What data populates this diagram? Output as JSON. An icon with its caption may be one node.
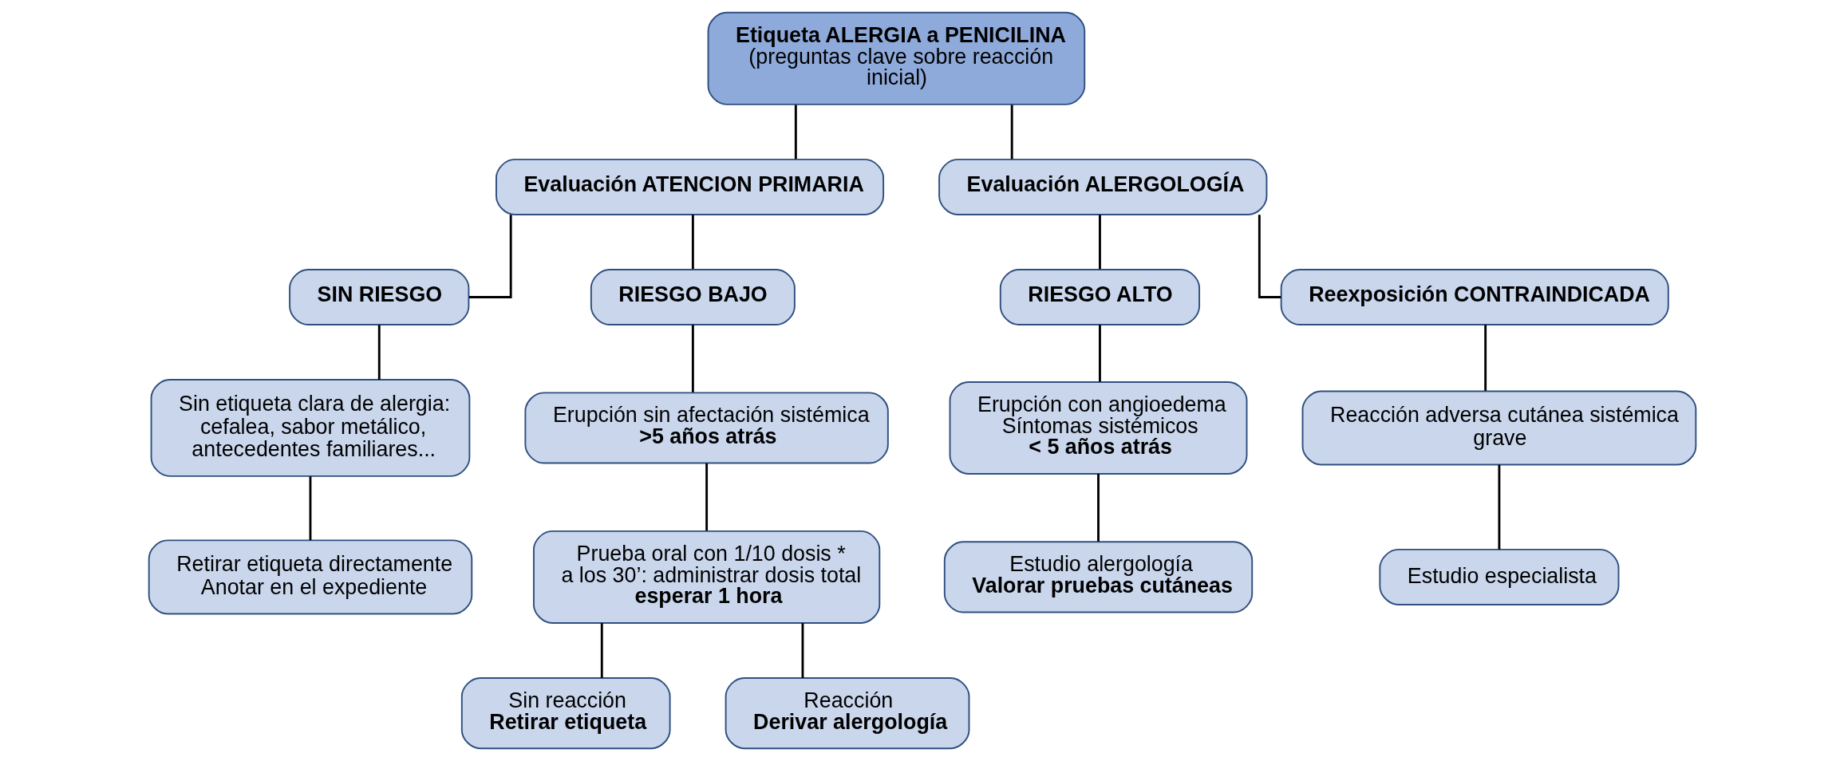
{
  "diagram": {
    "nodes": [
      {
        "text": [
          "**Etiqueta ALERGIA a PENICILINA**",
          "(preguntas clave sobre reacción inicial)"
        ]
      },
      {
        "text": [
          "**Evaluación ATENCION PRIMARIA**"
        ]
      },
      {
        "text": [
          "**Evaluación ALERGOLOGÍA**"
        ]
      },
      {
        "text": [
          "**SIN RIESGO**"
        ]
      },
      {
        "text": [
          "**RIESGO BAJO**"
        ]
      },
      {
        "text": [
          "**RIESGO ALTO**"
        ]
      },
      {
        "text": [
          "**Reexposición CONTRAINDICADA**"
        ]
      },
      {
        "text": [
          "Sin etiqueta clara de alergia: cefalea, sabor metálico, antecedentes familiares..."
        ]
      },
      {
        "text": [
          "Erupción sin afectación sistémica",
          "**>5 años atrás**"
        ]
      },
      {
        "text": [
          "Erupción con angioedema",
          "Síntomas sistémicos",
          "**< 5 años atrás**"
        ]
      },
      {
        "text": [
          "Reacción adversa cutánea sistémica grave"
        ]
      },
      {
        "text": [
          "Retirar etiqueta directamente",
          "Anotar en el expediente"
        ]
      },
      {
        "text": [
          "Prueba oral con 1/10 dosis *",
          "a los 30’: administrar dosis total",
          "**esperar 1 hora**"
        ]
      },
      {
        "text": [
          "Estudio alergología",
          "**Valorar pruebas cutáneas**"
        ]
      },
      {
        "text": [
          "Estudio especialista"
        ]
      },
      {
        "text": [
          "Sin reacción",
          "**Retirar etiqueta**"
        ]
      },
      {
        "text": [
          "Reacción",
          "**Derivar alergología**"
        ]
      }
    ],
    "edges": [
      {
        "from": 0,
        "to": 1,
        "arrow": "none"
      },
      {
        "from": 0,
        "to": 2,
        "arrow": "none"
      },
      {
        "from": 1,
        "to": 3,
        "arrow": "none"
      },
      {
        "from": 1,
        "to": 4,
        "arrow": "none"
      },
      {
        "from": 2,
        "to": 5,
        "arrow": "none"
      },
      {
        "from": 2,
        "to": 6,
        "arrow": "none"
      },
      {
        "from": 3,
        "to": 7,
        "arrow": "none"
      },
      {
        "from": 4,
        "to": 8,
        "arrow": "none"
      },
      {
        "from": 5,
        "to": 9,
        "arrow": "none"
      },
      {
        "from": 6,
        "to": 10,
        "arrow": "none"
      },
      {
        "from": 7,
        "to": 11,
        "arrow": "none"
      },
      {
        "from": 8,
        "to": 12,
        "arrow": "none"
      },
      {
        "from": 9,
        "to": 13,
        "arrow": "none"
      },
      {
        "from": 10,
        "to": 14,
        "arrow": "none"
      },
      {
        "from": 12,
        "to": 15,
        "arrow": "none"
      },
      {
        "from": 12,
        "to": 16,
        "arrow": "none"
      }
    ]
  }
}
